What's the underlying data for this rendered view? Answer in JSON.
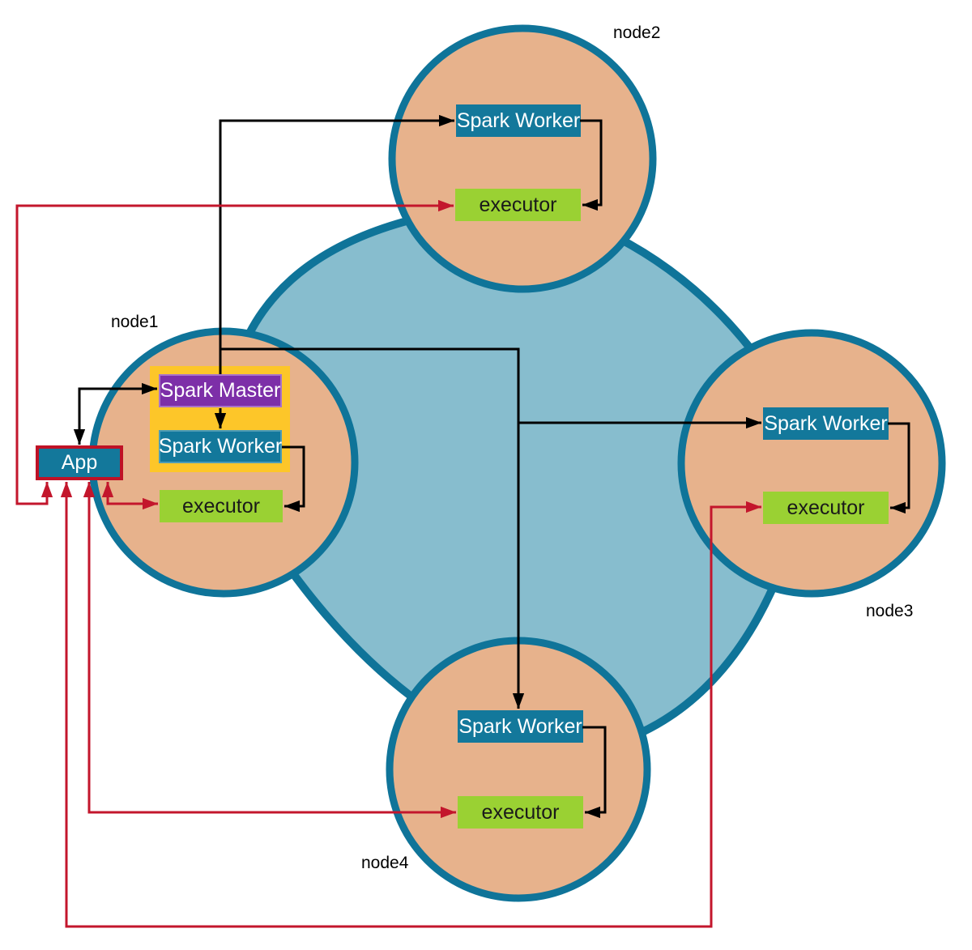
{
  "cluster": {
    "app": {
      "label": "App"
    },
    "nodes": {
      "node1": {
        "label": "node1",
        "master": "Spark Master",
        "worker": "Spark Worker",
        "executor": "executor"
      },
      "node2": {
        "label": "node2",
        "worker": "Spark Worker",
        "executor": "executor"
      },
      "node3": {
        "label": "node3",
        "worker": "Spark Worker",
        "executor": "executor"
      },
      "node4": {
        "label": "node4",
        "worker": "Spark Worker",
        "executor": "executor"
      }
    }
  },
  "colors": {
    "teal_box": "#13789b",
    "node_border": "#0f7499",
    "node_fill": "#e7b28c",
    "cloud_fill": "#87bdce",
    "green_box": "#9ad133",
    "purple_box": "#7d2fa8",
    "yellow_box": "#fdc629",
    "arrow_red": "#c3162c",
    "arrow_black": "#000000",
    "app_border": "#bf1226"
  }
}
